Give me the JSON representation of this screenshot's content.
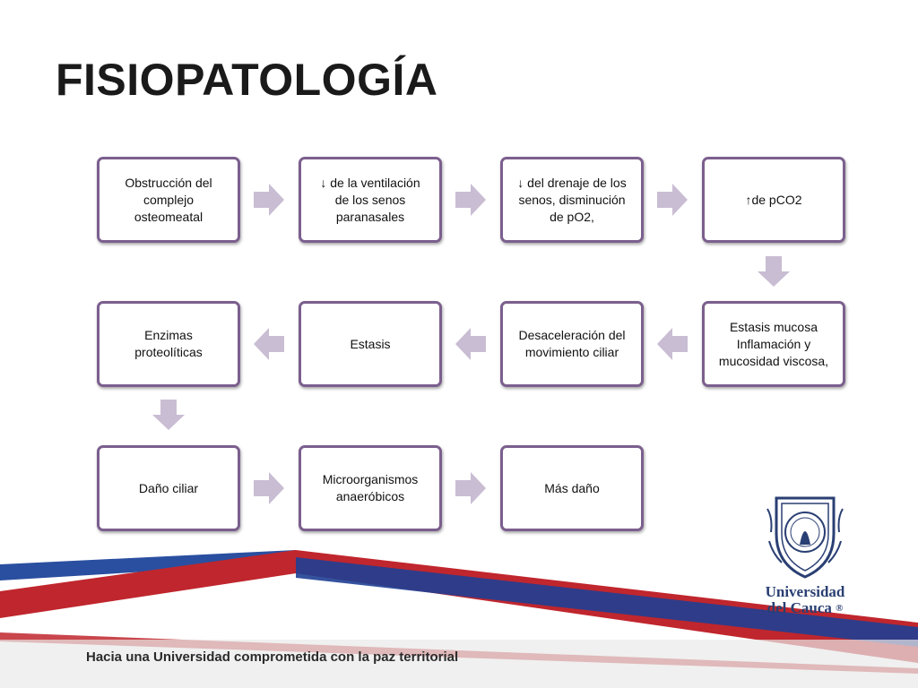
{
  "slide": {
    "title": "FISIOPATOLOGÍA",
    "footer": "Hacia una Universidad comprometida con la paz territorial",
    "logo": {
      "name_line1": "Universidad",
      "name_line2": "del Cauca",
      "registered": "®"
    }
  },
  "diagram": {
    "nodes": [
      {
        "id": "n1",
        "text": "Obstrucción del\ncomplejo\nosteomeatal"
      },
      {
        "id": "n2",
        "text": "↓ de la ventilación\nde los senos\nparanasales"
      },
      {
        "id": "n3",
        "text": "↓ del drenaje de los\nsenos, disminución\nde pO2,"
      },
      {
        "id": "n4",
        "text": "↑de pCO2"
      },
      {
        "id": "n5",
        "text": "Estasis mucosa\nInflamación y\nmucosidad viscosa,"
      },
      {
        "id": "n6",
        "text": "Desaceleración del\nmovimiento ciliar"
      },
      {
        "id": "n7",
        "text": "Estasis"
      },
      {
        "id": "n8",
        "text": "Enzimas\nproteolíticas"
      },
      {
        "id": "n9",
        "text": "Daño ciliar"
      },
      {
        "id": "n10",
        "text": "Microorganismos\nanaeróbicos"
      },
      {
        "id": "n11",
        "text": "Más daño"
      }
    ],
    "colors": {
      "node_border": "#7b5f8e",
      "arrow_fill": "#c9bdd3",
      "stripe_red": "#c0262d",
      "stripe_blue": "#1f3f93"
    }
  }
}
